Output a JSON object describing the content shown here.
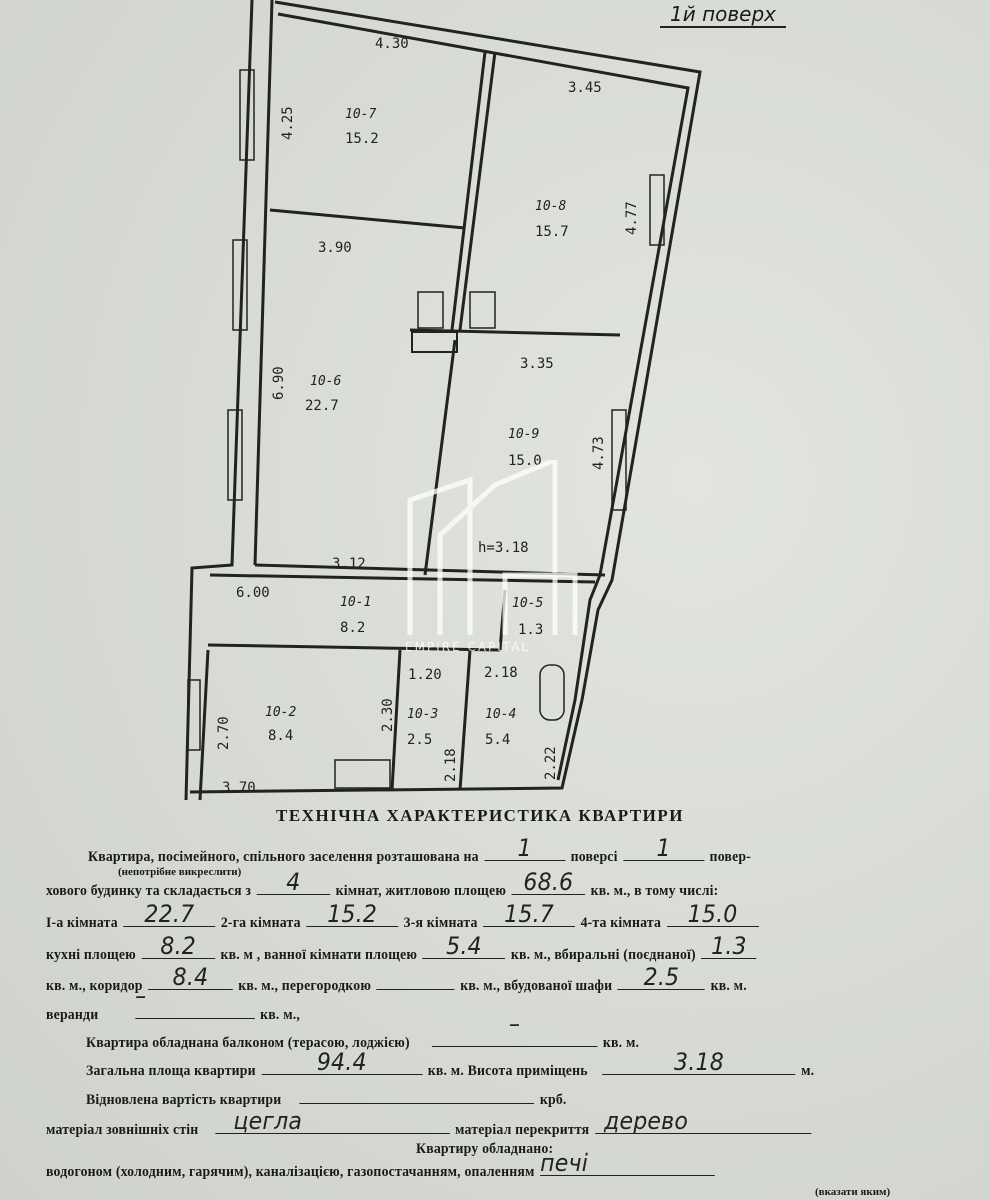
{
  "header": {
    "floor": "1й поверх"
  },
  "plan": {
    "rooms": [
      {
        "id": "10-7",
        "area": "15.2"
      },
      {
        "id": "10-8",
        "area": "15.7"
      },
      {
        "id": "10-6",
        "area": "22.7"
      },
      {
        "id": "10-9",
        "area": "15.0"
      },
      {
        "id": "10-1",
        "area": "8.2"
      },
      {
        "id": "10-5",
        "area": "1.3"
      },
      {
        "id": "10-2",
        "area": "8.4"
      },
      {
        "id": "10-3",
        "area": "2.5"
      },
      {
        "id": "10-4",
        "area": "5.4"
      }
    ],
    "dimensions": [
      "4.30",
      "3.45",
      "4.25",
      "4.77",
      "3.90",
      "6.90",
      "3.35",
      "4.73",
      "3.12",
      "6.00",
      "h=3.18",
      "1.20",
      "2.18",
      "2.70",
      "2.30",
      "2.18",
      "2.22",
      "3.70"
    ]
  },
  "watermark": "EMPIRE CAPITAL",
  "form": {
    "title": "ТЕХНІЧНА ХАРАКТЕРИСТИКА КВАРТИРИ",
    "r1": {
      "a": "Квартира, посімейного, спільного заселення розташована на",
      "floor": "1",
      "b": "поверсі",
      "floors": "1",
      "c": "повер-"
    },
    "note": "(непотрібне викреслити)",
    "r2": {
      "a": "хового будинку та складається з",
      "rooms": "4",
      "b": "кімнат, житловою площею",
      "living": "68.6",
      "c": "кв. м., в тому числі:"
    },
    "r3": {
      "l1": "І-а кімната",
      "v1": "22.7",
      "l2": "2-га кімната",
      "v2": "15.2",
      "l3": "3-я кімната",
      "v3": "15.7",
      "l4": "4-та кімната",
      "v4": "15.0"
    },
    "r4": {
      "a": "кухні площею",
      "kitchen": "8.2",
      "b": "кв. м , ванної кімнати площею",
      "bath": "5.4",
      "c": "кв. м., вбиральні (поєднаної)",
      "wc": "1.3"
    },
    "r5": {
      "a": "кв. м., коридор",
      "corridor": "8.4",
      "b": "кв. м., перегородкою",
      "partition": "",
      "c": "кв. м., вбудованої шафи",
      "closet": "2.5",
      "d": "кв. м."
    },
    "r6": {
      "a": "веранди",
      "veranda": "–",
      "b": "кв. м.,"
    },
    "r7": {
      "a": "Квартира обладнана балконом (терасою, лоджією)",
      "balcony": "–",
      "b": "кв. м."
    },
    "r8": {
      "a": "Загальна площа квартири",
      "total": "94.4",
      "b": "кв. м. Висота приміщень",
      "height": "3.18",
      "c": "м."
    },
    "r9": {
      "a": "Відновлена вартість квартири",
      "cost": "",
      "b": "крб."
    },
    "r10": {
      "a": "матеріал зовнішніх стін",
      "walls": "цегла",
      "b": "матеріал перекриття",
      "ceiling": "дерево"
    },
    "r11": {
      "a": "Квартиру обладнано:"
    },
    "r12": {
      "a": "водогоном (холодним, гарячим), каналізацією, газопостачанням, опаленням",
      "heating": "печі"
    },
    "note2": "(вказати яким)"
  }
}
